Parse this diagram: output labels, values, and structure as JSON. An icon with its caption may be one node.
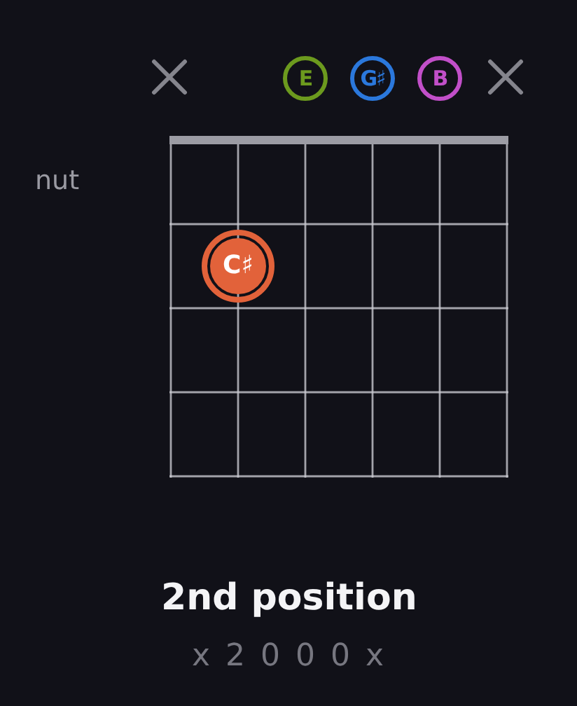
{
  "diagram": {
    "caption": "2nd position",
    "nodes": [
      {
        "text": [],
        "shape": "cross"
      },
      {
        "text": [
          "E"
        ]
      },
      {
        "text": [
          "G♯"
        ]
      },
      {
        "text": [
          "B"
        ]
      },
      {
        "text": [],
        "shape": "cross"
      },
      {
        "text": [
          "C♯"
        ]
      }
    ],
    "labels": [
      "nut",
      "x 2 0 0 0 x"
    ]
  }
}
